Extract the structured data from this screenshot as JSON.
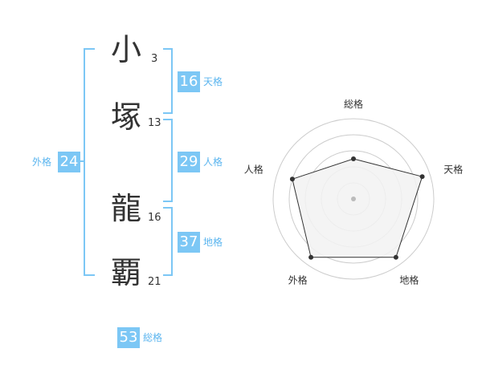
{
  "name": {
    "characters": [
      {
        "char": "小",
        "strokes": "3"
      },
      {
        "char": "塚",
        "strokes": "13"
      },
      {
        "char": "龍",
        "strokes": "16"
      },
      {
        "char": "覇",
        "strokes": "21"
      }
    ]
  },
  "fortune": {
    "tenkaku": {
      "value": "16",
      "label": "天格"
    },
    "jinkaku": {
      "value": "29",
      "label": "人格"
    },
    "chikaku": {
      "value": "37",
      "label": "地格"
    },
    "gaikaku": {
      "value": "24",
      "label": "外格"
    },
    "soukaku": {
      "value": "53",
      "label": "総格"
    }
  },
  "radar": {
    "axes": [
      "総格",
      "天格",
      "地格",
      "外格",
      "人格"
    ],
    "levels": 5,
    "values": [
      0.5,
      0.9,
      0.9,
      0.9,
      0.8
    ],
    "colors": {
      "ring": "#cccccc",
      "fill": "#f2f2f2",
      "line": "#333333",
      "point": "#333333",
      "center": "#bbbbbb"
    }
  },
  "colors": {
    "accent": "#7cc7f5",
    "accent_text": "#5bb5ef"
  }
}
